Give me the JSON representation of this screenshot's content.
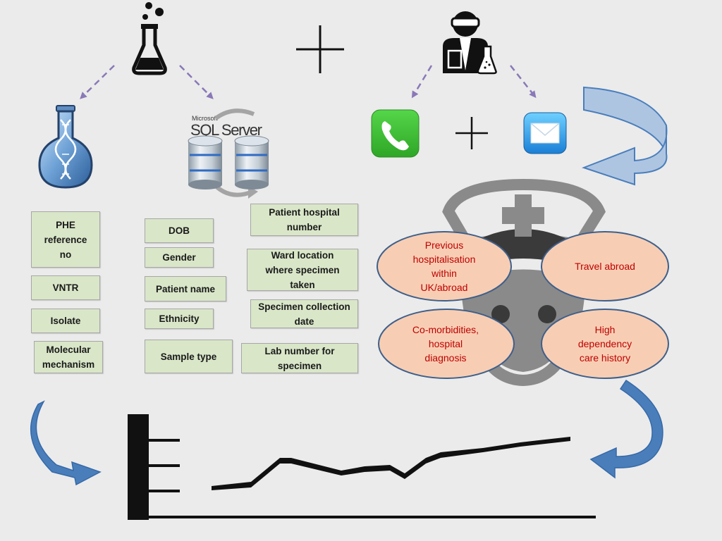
{
  "lab_fields": {
    "phe_reference": "PHE\nreference\nno",
    "vntr": "VNTR",
    "isolate": "Isolate",
    "molecular_mechanism": "Molecular\nmechanism"
  },
  "sql_server_fields": {
    "dob": "DOB",
    "gender": "Gender",
    "patient_name": "Patient name",
    "ethnicity": "Ethnicity",
    "sample_type": "Sample type",
    "patient_hospital_number": "Patient hospital\nnumber",
    "ward_location": "Ward location\nwhere specimen\ntaken",
    "specimen_collection_date": "Specimen collection\ndate",
    "lab_number": "Lab number for\nspecimen"
  },
  "clinical_fields": {
    "previous_hospitalisation": "Previous\nhospitalisation\nwithin\nUK/abroad",
    "travel_abroad": "Travel abroad",
    "co_morbidities": "Co-morbidities,\nhospital\ndiagnosis",
    "high_dependency": "High\ndependency\ncare history"
  },
  "sql_server_logo": {
    "small_text": "Microsoft",
    "main_text": "SQL Server"
  },
  "colors": {
    "box_fill": "#d9e6c8",
    "oval_fill": "#f7ceb4",
    "oval_border": "#3e5f8a",
    "oval_text": "#c00000",
    "dashed_arrow": "#8a78b8",
    "curved_arrow": "#4a7ebb",
    "phone_green": "#3cbf2f",
    "nurse_icon": "#8a8a8a"
  },
  "icons": {
    "flask": "chemistry-flask-icon",
    "dna_flask": "dna-flask-icon",
    "database": "sql-server-database-icon",
    "scientist": "scientist-icon",
    "phone": "phone-icon",
    "mail": "mail-icon",
    "nurse": "nurse-icon",
    "plus": "plus-icon"
  }
}
